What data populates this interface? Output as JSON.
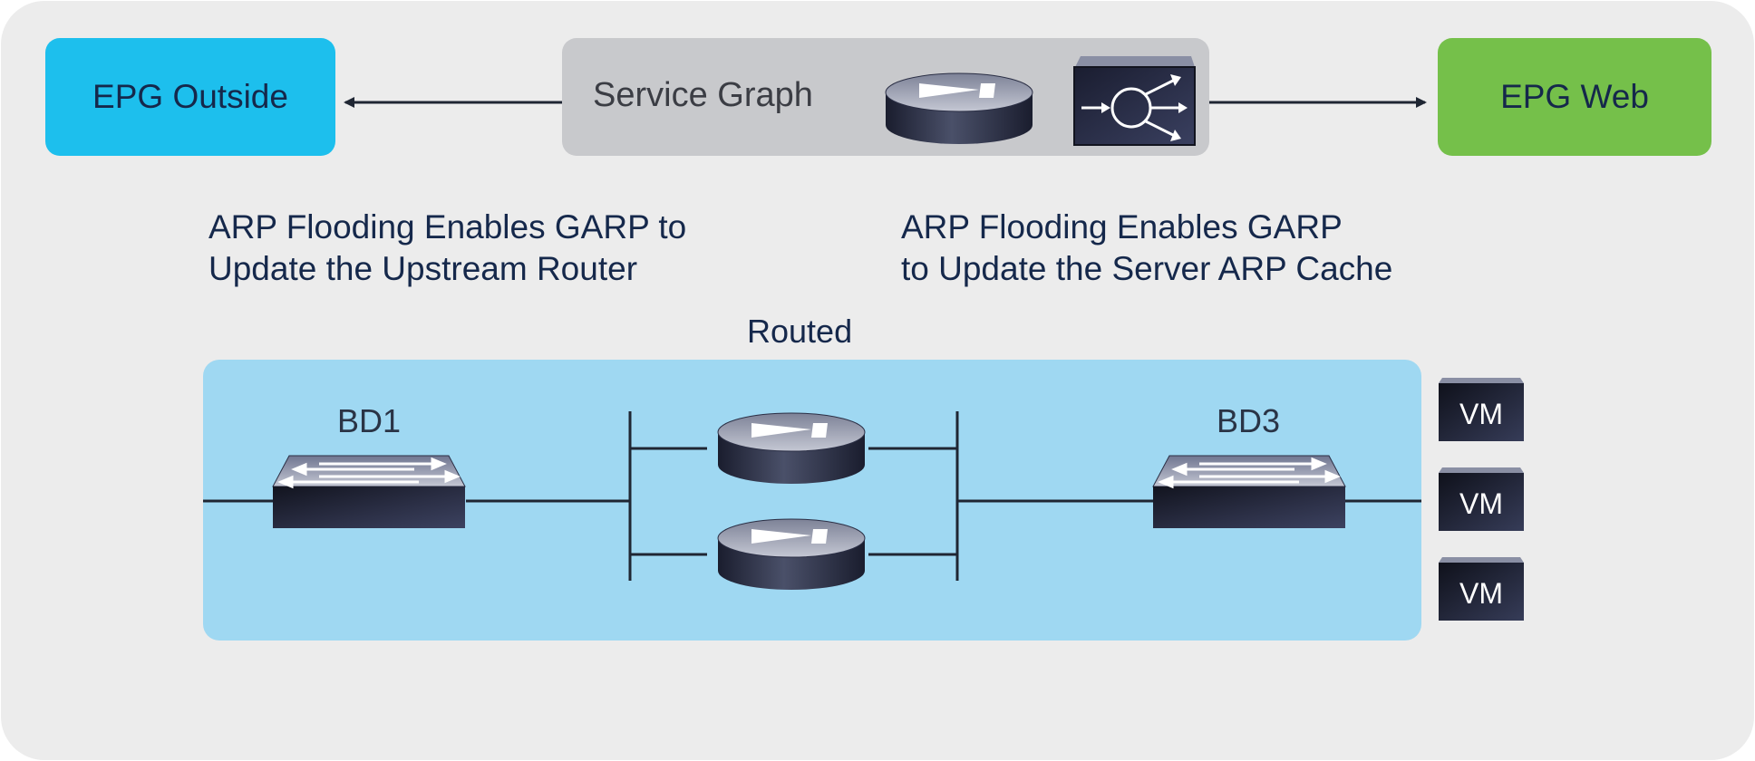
{
  "epg_outside": {
    "label": "EPG Outside"
  },
  "service_graph": {
    "label": "Service Graph"
  },
  "epg_web": {
    "label": "EPG Web"
  },
  "notes": {
    "left": {
      "line1": "ARP Flooding Enables GARP to",
      "line2": "Update the Upstream Router"
    },
    "right": {
      "line1": "ARP Flooding Enables GARP",
      "line2": "to Update the Server ARP Cache"
    }
  },
  "routed_label": "Routed",
  "bridge_domains": [
    {
      "label": "BD1"
    },
    {
      "label": "BD3"
    }
  ],
  "vms": [
    {
      "label": "VM"
    },
    {
      "label": "VM"
    },
    {
      "label": "VM"
    }
  ],
  "colors": {
    "background_panel": "#ececec",
    "epg_outside": "#1dbfed",
    "epg_web": "#75c04a",
    "service_graph": "#c8c9cc",
    "routed_zone": "#9fd8f2",
    "text": "#15284b",
    "device_dark": "#2b2f45"
  },
  "icons": [
    "router-icon",
    "firewall-loadbalancer-icon",
    "switch-icon",
    "vm-icon"
  ]
}
